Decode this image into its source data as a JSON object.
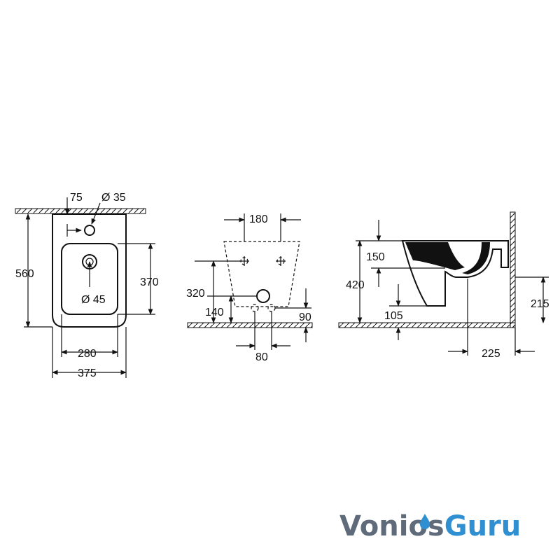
{
  "logo": {
    "part1": "Vonios",
    "part2": "Guru",
    "colors": {
      "grey": "#5f6b7a",
      "blue": "#2f8fd1"
    }
  },
  "top_view": {
    "dims": {
      "d75": "75",
      "d35": "Ø 35",
      "d560": "560",
      "d370": "370",
      "d45": "Ø 45",
      "d280": "280",
      "d375": "375"
    }
  },
  "rear_view": {
    "dims": {
      "d180": "180",
      "d320": "320",
      "d140": "140",
      "d90": "90",
      "d80": "80"
    }
  },
  "side_view": {
    "dims": {
      "d150": "150",
      "d420": "420",
      "d105": "105",
      "d215": "215",
      "d225": "225"
    }
  }
}
